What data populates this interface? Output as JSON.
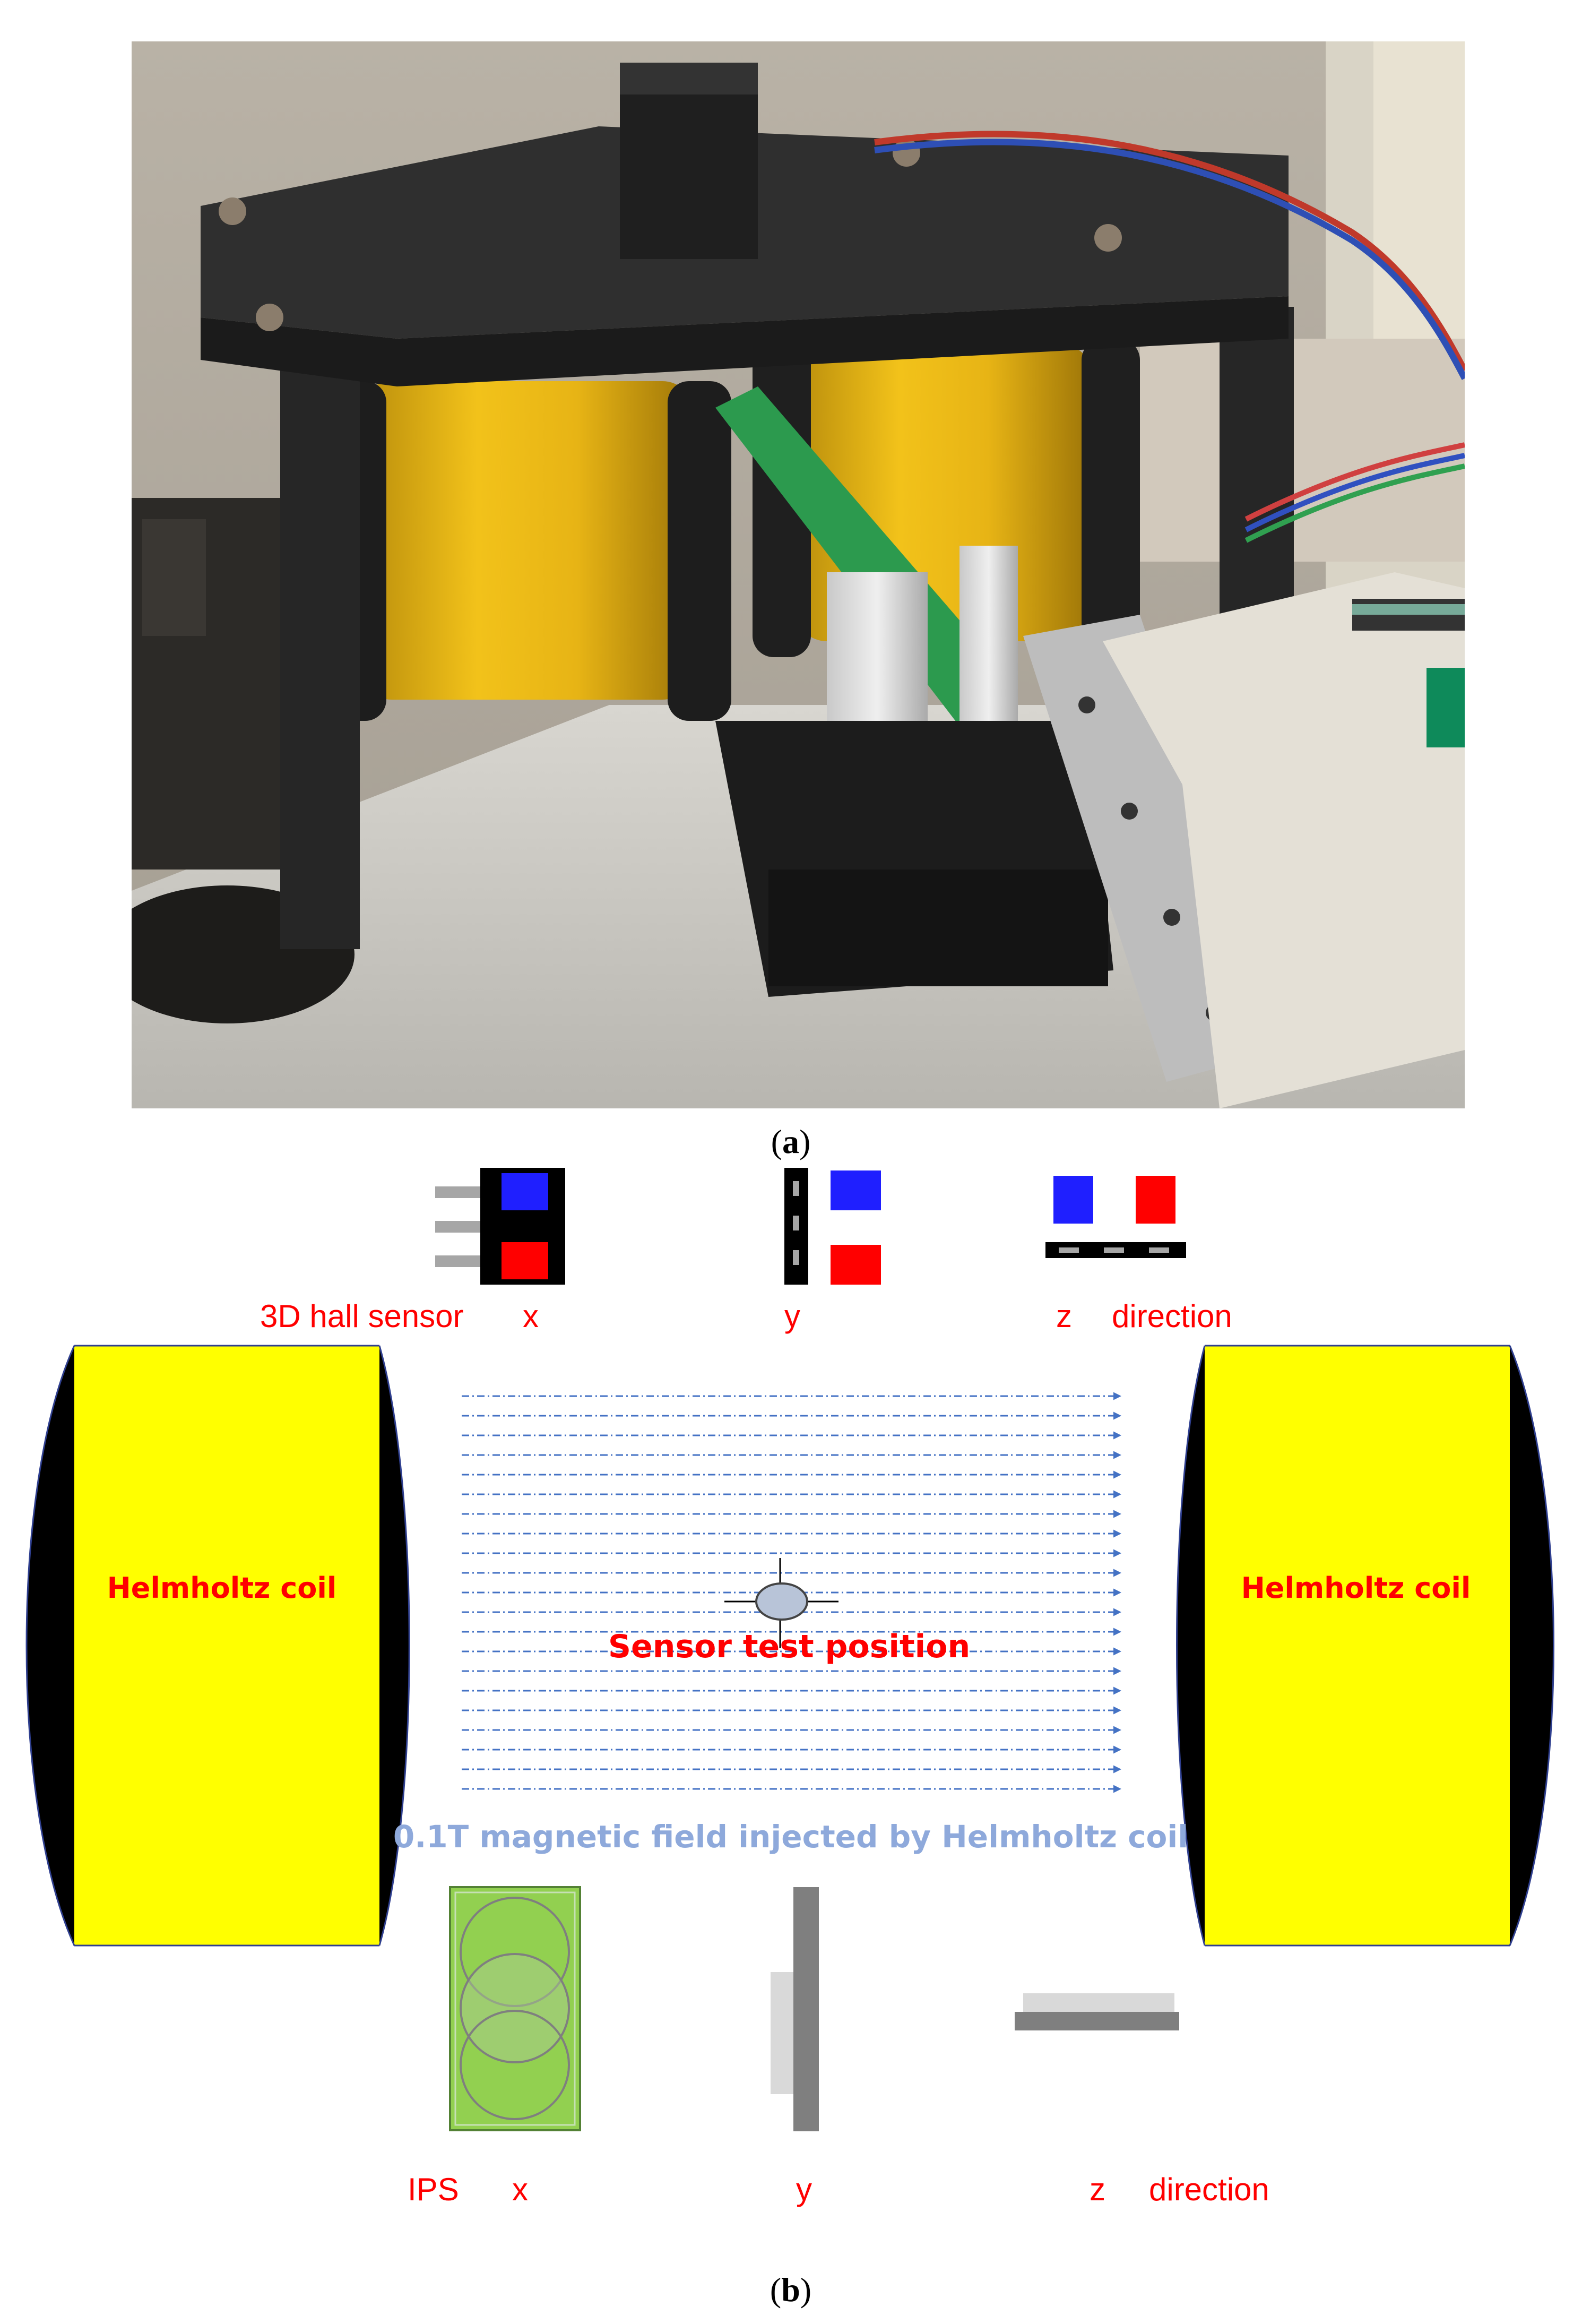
{
  "panel_a": {
    "caption_letter": "a",
    "photo_subject": "Helmholtz coil test rig with 3D hall sensor on PCB between two yellow coils"
  },
  "panel_b": {
    "caption_letter": "b",
    "hall_sensor": {
      "label": "3D hall sensor",
      "x_label": "x",
      "y_label": "y",
      "z_label": "z",
      "direction_label": "direction"
    },
    "coil_left_label": "Helmholtz coil",
    "coil_right_label": "Helmholtz coil",
    "test_position_label": "Sensor test position",
    "field_label": "0.1T magnetic field injected by Helmholtz coil",
    "ips": {
      "label": "IPS",
      "x_label": "x",
      "y_label": "y",
      "z_label": "z",
      "direction_label": "direction"
    }
  },
  "colors": {
    "coil_fill": "#ffff00",
    "coil_edge": "#000000",
    "label_red": "#ff0000",
    "field_line": "#4472c4",
    "field_text": "#8ea9db",
    "magnet_blue": "#1f1fff",
    "magnet_red": "#ff0000",
    "ips_green": "#92d050"
  }
}
